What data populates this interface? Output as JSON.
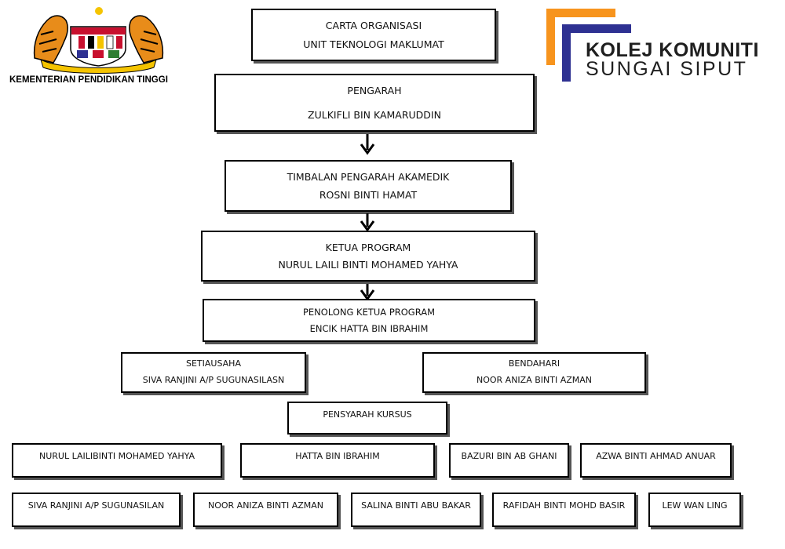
{
  "header": {
    "ministry_name": "KEMENTERIAN PENDIDIKAN TINGGI",
    "college_line1": "KOLEJ KOMUNITI",
    "college_line2": "SUNGAI SIPUT",
    "colors": {
      "orange": "#f7941d",
      "navy": "#2e3192"
    }
  },
  "chart": {
    "title_line1": "CARTA ORGANISASI",
    "title_line2": "UNIT TEKNOLOGI MAKLUMAT"
  },
  "hierarchy": {
    "director": {
      "role": "PENGARAH",
      "name": "ZULKIFLI BIN KAMARUDDIN"
    },
    "deputy": {
      "role": "TIMBALAN PENGARAH AKAMEDIK",
      "name": "ROSNI BINTI HAMAT"
    },
    "head": {
      "role": "KETUA PROGRAM",
      "name": "NURUL LAILI BINTI MOHAMED YAHYA"
    },
    "assistant_head": {
      "role": "PENOLONG KETUA PROGRAM",
      "name": "ENCIK HATTA BIN IBRAHIM"
    },
    "secretary": {
      "role": "SETIAUSAHA",
      "name": "SIVA RANJINI A/P SUGUNASILASN"
    },
    "treasurer": {
      "role": "BENDAHARI",
      "name": "NOOR ANIZA BINTI AZMAN"
    },
    "lecturers_label": "PENSYARAH KURSUS"
  },
  "lecturers": {
    "row1": [
      "NURUL LAILIBINTI MOHAMED    YAHYA",
      "HATTA BIN IBRAHIM",
      "BAZURI BIN AB GHANI",
      "AZWA BINTI AHMAD ANUAR"
    ],
    "row2": [
      "SIVA RANJINI A/P SUGUNASILAN",
      "NOOR ANIZA BINTI AZMAN",
      "SALINA BINTI ABU BAKAR",
      "RAFIDAH BINTI MOHD BASIR",
      "LEW WAN LING"
    ]
  }
}
